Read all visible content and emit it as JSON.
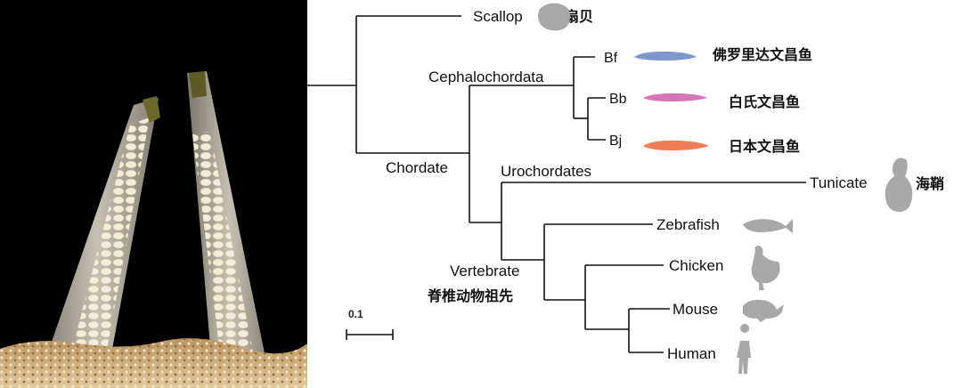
{
  "photo": {
    "subject": "lancelet-pair-photo"
  },
  "taxa": {
    "scallop": {
      "label": "Scallop",
      "cn": "扇贝"
    },
    "bf": {
      "label": "Bf",
      "cn": "佛罗里达文昌鱼",
      "color": "#7f96cf"
    },
    "bb": {
      "label": "Bb",
      "cn": "白氏文昌鱼",
      "color": "#d676b8"
    },
    "bj": {
      "label": "Bj",
      "cn": "日本文昌鱼",
      "color": "#ef7d55"
    },
    "tunicate": {
      "label": "Tunicate",
      "cn": "海鞘"
    },
    "zebrafish": {
      "label": "Zebrafish"
    },
    "chicken": {
      "label": "Chicken"
    },
    "mouse": {
      "label": "Mouse"
    },
    "human": {
      "label": "Human"
    }
  },
  "clades": {
    "cephalochordata": "Cephalochordata",
    "chordate": "Chordate",
    "urochordates": "Urochordates",
    "vertebrate": "Vertebrate",
    "vertebrate_cn": "脊椎动物祖先"
  },
  "scale_bar": {
    "label": "0.1"
  },
  "colors": {
    "silhouette": "#a8a8a8",
    "branch": "#111111",
    "photo_bg": "#000000"
  }
}
